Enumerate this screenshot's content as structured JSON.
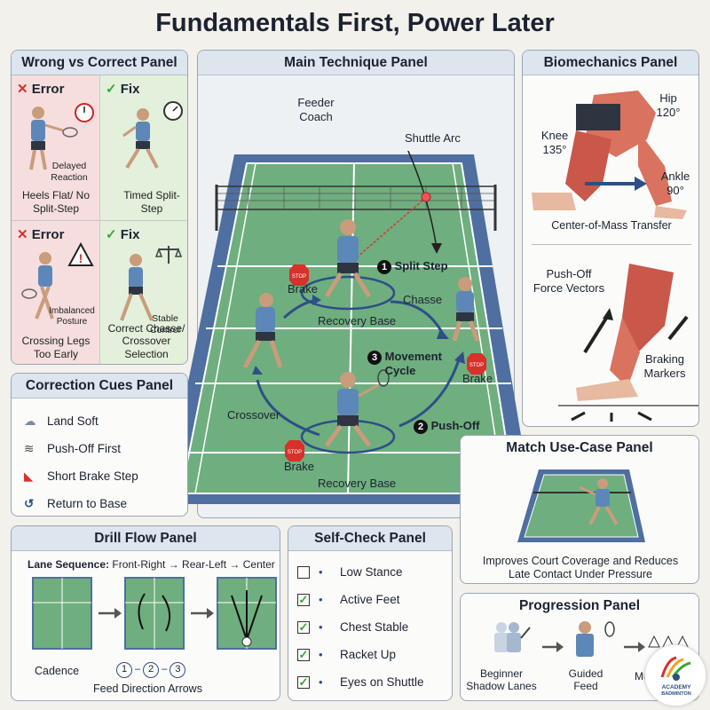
{
  "title": "Fundamentals First, Power Later",
  "wrong_correct": {
    "title": "Wrong vs Correct Panel",
    "cells": [
      {
        "tag": "Error",
        "note": "Delayed Reaction",
        "caption": "Heels Flat/ No Split-Step"
      },
      {
        "tag": "Fix",
        "note": "",
        "caption": "Timed Split-Step"
      },
      {
        "tag": "Error",
        "note": "Imbalanced Posture",
        "caption": "Crossing Legs Too Early"
      },
      {
        "tag": "Fix",
        "note": "Stable Control",
        "caption": "Correct Chasse/ Crossover Selection"
      }
    ]
  },
  "main": {
    "title": "Main Technique Panel",
    "feeder": "Feeder Coach",
    "shuttle_arc": "Shuttle Arc",
    "split_step": "Split Step",
    "chasse": "Chasse",
    "brake": "Brake",
    "recovery_base": "Recovery Base",
    "movement_cycle": "Movement Cycle",
    "crossover": "Crossover",
    "push_off": "Push-Off",
    "num1": "1",
    "num2": "2",
    "num3": "3",
    "stop": "STOP"
  },
  "biomech": {
    "title": "Biomechanics Panel",
    "hip": "Hip 120°",
    "knee": "Knee 135°",
    "ankle": "Ankle 90°",
    "com": "Center-of-Mass Transfer",
    "pushoff": "Push-Off Force Vectors",
    "braking": "Braking Markers"
  },
  "cues": {
    "title": "Correction Cues Panel",
    "items": [
      "Land Soft",
      "Push-Off First",
      "Short Brake Step",
      "Return to Base"
    ]
  },
  "match": {
    "title": "Match Use-Case Panel",
    "caption": "Improves Court Coverage and Reduces Late Contact Under Pressure"
  },
  "drill": {
    "title": "Drill Flow Panel",
    "seq_label": "Lane Sequence:",
    "seq_value": "Front-Right → Rear-Left → Center",
    "cadence": "Cadence",
    "nums": [
      "1",
      "2",
      "3"
    ],
    "feed": "Feed Direction Arrows"
  },
  "self_check": {
    "title": "Self-Check Panel",
    "items": [
      {
        "label": "Low Stance",
        "checked": false
      },
      {
        "label": "Active Feet",
        "checked": true
      },
      {
        "label": "Chest Stable",
        "checked": true
      },
      {
        "label": "Racket Up",
        "checked": true
      },
      {
        "label": "Eyes on Shuttle",
        "checked": true
      }
    ]
  },
  "progression": {
    "title": "Progression Panel",
    "stages": [
      "Beginner Shadow Lanes",
      "Guided Feed",
      "Mu"
    ]
  },
  "logo": {
    "line1": "ACADEMY",
    "line2": "BADMINTON"
  },
  "colors": {
    "error": "#d8302a",
    "fix": "#3aa635",
    "court": "#6fae7e",
    "court_outer": "#4e6fa0",
    "header": "#dde5ee"
  }
}
